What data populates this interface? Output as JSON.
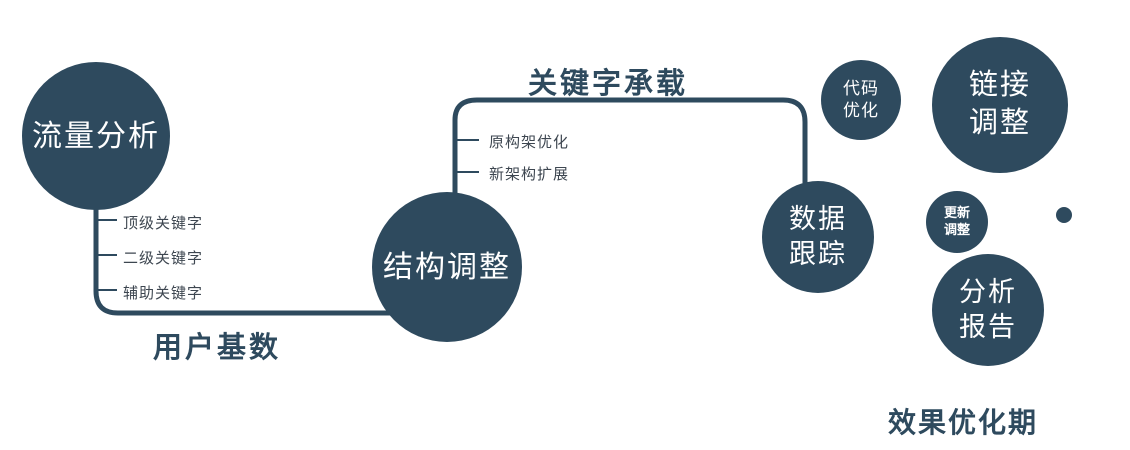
{
  "diagram": {
    "colors": {
      "primary": "#2e4a5e",
      "text_on_node": "#ffffff",
      "label_text": "#2e4a5e",
      "branch_text": "#3d4650"
    },
    "nodes": {
      "traffic": {
        "label": "流量分析"
      },
      "structure": {
        "label": "结构调整"
      },
      "tracking": {
        "line1": "数据",
        "line2": "跟踪"
      },
      "code": {
        "line1": "代码",
        "line2": "优化"
      },
      "link": {
        "line1": "链接",
        "line2": "调整"
      },
      "update": {
        "line1": "更新",
        "line2": "调整"
      },
      "report": {
        "line1": "分析",
        "line2": "报告"
      }
    },
    "edge_labels": {
      "keyword_carry": "关键字承载",
      "user_base": "用户基数"
    },
    "branches": {
      "traffic": [
        "顶级关键字",
        "二级关键字",
        "辅助关键字"
      ],
      "structure": [
        "原构架优化",
        "新架构扩展"
      ]
    },
    "caption": "效果优化期"
  }
}
